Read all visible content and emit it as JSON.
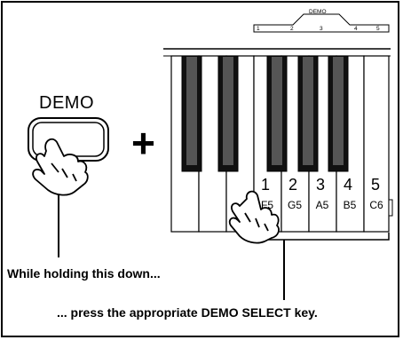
{
  "demo_button_label": "DEMO",
  "plus_sign": "+",
  "scale": {
    "title": "DEMO",
    "numbers": [
      "1",
      "2",
      "3",
      "4",
      "5"
    ]
  },
  "demo_keys": [
    {
      "number": "1",
      "note": "F5"
    },
    {
      "number": "2",
      "note": "G5"
    },
    {
      "number": "3",
      "note": "A5"
    },
    {
      "number": "4",
      "note": "B5"
    },
    {
      "number": "5",
      "note": "C6"
    }
  ],
  "captions": {
    "hold": "While holding this down...",
    "press": "... press the appropriate DEMO SELECT key."
  }
}
